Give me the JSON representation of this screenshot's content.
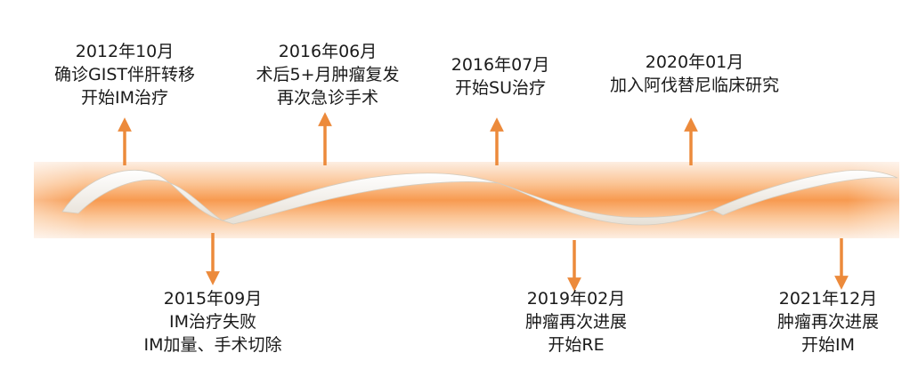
{
  "events": [
    {
      "id": "e1",
      "lines": [
        "2012年10月",
        "确诊GIST伴肝转移",
        "开始IM治疗"
      ],
      "side": "top"
    },
    {
      "id": "e2",
      "lines": [
        "2015年09月",
        "IM治疗失败",
        "IM加量、手术切除"
      ],
      "side": "bottom"
    },
    {
      "id": "e3",
      "lines": [
        "2016年06月",
        "术后5+月肿瘤复发",
        "再次急诊手术"
      ],
      "side": "top"
    },
    {
      "id": "e4",
      "lines": [
        "2016年07月",
        "开始SU治疗"
      ],
      "side": "top"
    },
    {
      "id": "e5",
      "lines": [
        "2019年02月",
        "肿瘤再次进展",
        "开始RE"
      ],
      "side": "bottom"
    },
    {
      "id": "e6",
      "lines": [
        "2020年01月",
        "加入阿伐替尼临床研究"
      ],
      "side": "top"
    },
    {
      "id": "e7",
      "lines": [
        "2021年12月",
        "肿瘤再次进展",
        "开始IM"
      ],
      "side": "bottom"
    }
  ],
  "colors": {
    "band": "#f79a50",
    "band_light": "#fde8d6",
    "arrow": "#ec8a3b",
    "ribbon_front": "#f4f2ee",
    "ribbon_back": "#d9d2c4",
    "text": "#1a1a1a"
  }
}
